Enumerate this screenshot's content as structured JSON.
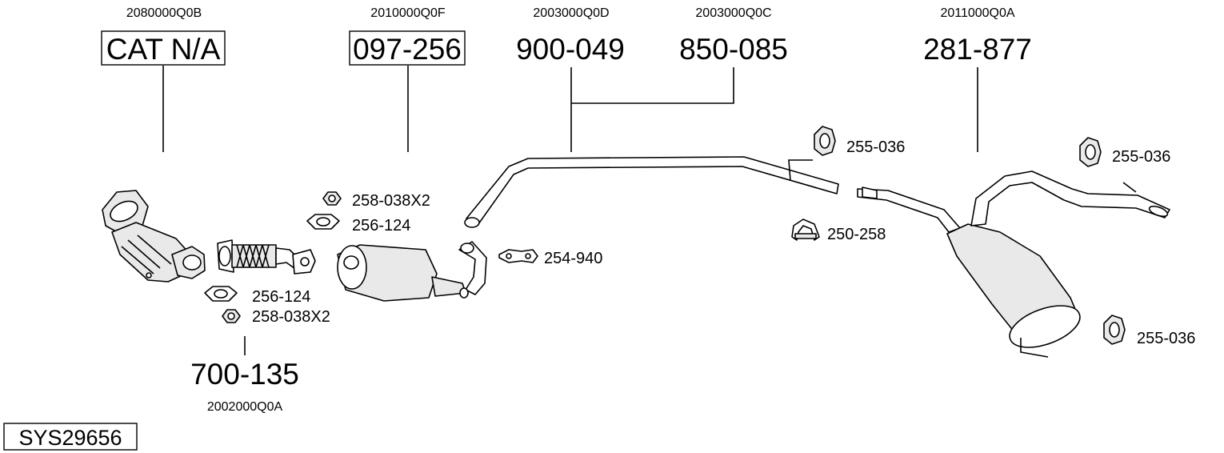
{
  "system_code": "SYS29656",
  "groups": [
    {
      "oe": "2080000Q0B",
      "part": "CAT N/A",
      "boxed": true
    },
    {
      "oe": "2010000Q0F",
      "part": "097-256",
      "boxed": true
    },
    {
      "oe": "2003000Q0D",
      "part": "900-049",
      "boxed": false
    },
    {
      "oe": "2003000Q0C",
      "part": "850-085",
      "boxed": false
    },
    {
      "oe": "2011000Q0A",
      "part": "281-877",
      "boxed": false
    },
    {
      "oe": "2002000Q0A",
      "part": "700-135",
      "boxed": false
    }
  ],
  "accessories": [
    {
      "label": "258-038X2",
      "icon": "nut-icon"
    },
    {
      "label": "256-124",
      "icon": "gasket-icon"
    },
    {
      "label": "256-124",
      "icon": "gasket-icon"
    },
    {
      "label": "258-038X2",
      "icon": "nut-icon"
    },
    {
      "label": "254-940",
      "icon": "clamp-icon"
    },
    {
      "label": "255-036",
      "icon": "rubber-mount-icon"
    },
    {
      "label": "250-258",
      "icon": "u-clamp-icon"
    },
    {
      "label": "255-036",
      "icon": "rubber-mount-icon"
    },
    {
      "label": "255-036",
      "icon": "rubber-mount-icon"
    }
  ]
}
